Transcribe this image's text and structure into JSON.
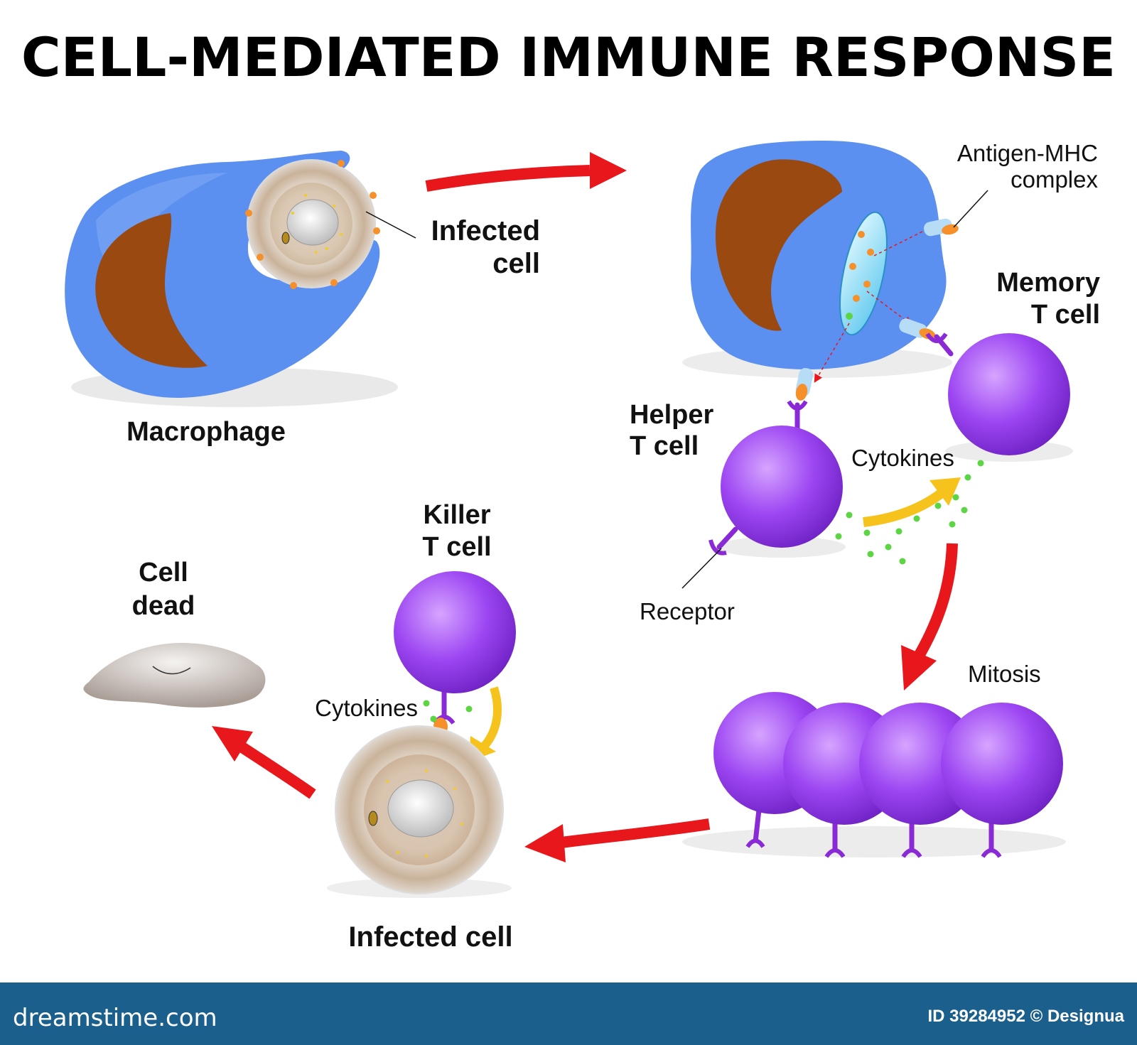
{
  "title": "CELL-MEDIATED IMMUNE RESPONSE",
  "labels": {
    "infected_cell_top_line1": "Infected",
    "infected_cell_top_line2": "cell",
    "macrophage": "Macrophage",
    "antigen_line1": "Antigen-MHC",
    "antigen_line2": "complex",
    "memory_line1": "Memory",
    "memory_line2": "T cell",
    "helper_line1": "Helper",
    "helper_line2": "T cell",
    "cytokines_right": "Cytokines",
    "receptor": "Receptor",
    "mitosis": "Mitosis",
    "killer_line1": "Killer",
    "killer_line2": "T cell",
    "cytokines_left": "Cytokines",
    "cell_dead_line1": "Cell",
    "cell_dead_line2": "dead",
    "infected_cell_bottom": "Infected cell"
  },
  "footer": {
    "brand": "dreamstime.com",
    "credit": "ID 39284952 © Designua"
  },
  "colors": {
    "macrophage": "#5b8ff0",
    "nucleus": "#9a4a10",
    "t_cell": "#9a3ff0",
    "arrow_red": "#e8171b",
    "arrow_yellow": "#f6c21c",
    "cytokine_dot": "#5cd444",
    "footer_bar": "#1b5f8c"
  }
}
